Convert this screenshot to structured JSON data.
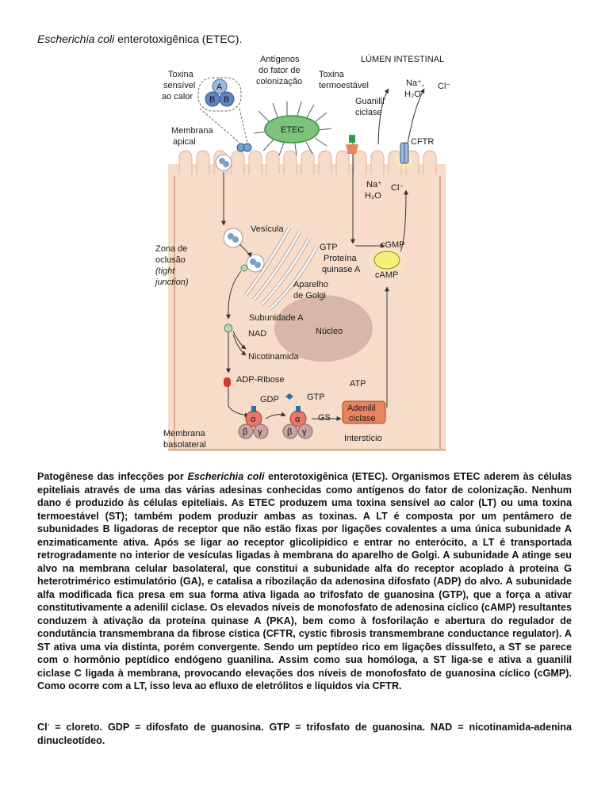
{
  "title": {
    "italic": "Escherichia coli",
    "rest": " enterotoxigênica (ETEC)."
  },
  "figure": {
    "labels": {
      "lumen": "LÚMEN INTESTINAL",
      "toxina_sensivel_1": "Toxina",
      "toxina_sensivel_2": "sensível",
      "toxina_sensivel_3": "ao calor",
      "antigenos_1": "Antígenos",
      "antigenos_2": "do fator de",
      "antigenos_3": "colonização",
      "toxina_termo_1": "Toxina",
      "toxina_termo_2": "termoestável",
      "guanilil_1": "Guanilil",
      "guanilil_2": "ciclase",
      "na_top": "Na⁺,",
      "h2o_top": "H₂O",
      "cl_top": "Cl⁻",
      "membrana_apical_1": "Membrana",
      "membrana_apical_2": "apical",
      "etec": "ETEC",
      "cftr": "CFTR",
      "na_low": "Na⁺",
      "h2o_low": "H₂O",
      "cl_low": "Cl⁻",
      "vesicula": "Vesícula",
      "zona_1": "Zona de",
      "zona_2": "oclusão",
      "zona_3": "(tight",
      "zona_4": "junction)",
      "gtp_top": "GTP",
      "cgmp": "cGMP",
      "pka_1": "Proteína",
      "pka_2": "quinase A",
      "camp": "cAMP",
      "golgi_1": "Aparelho",
      "golgi_2": "de Golgi",
      "subunidade_a": "Subunidade A",
      "nad": "NAD",
      "nucleo": "Núcleo",
      "nicotinamida": "Nicotinamida",
      "adp_ribose": "ADP-Ribose",
      "atp": "ATP",
      "gdp": "GDP",
      "gtp_bottom": "GTP",
      "gs": "GS",
      "adenilil_1": "Adenilil",
      "adenilil_2": "ciclase",
      "membrana_baso_1": "Membrana",
      "membrana_baso_2": "basolateral",
      "intersticio": "Interstício",
      "sub_a": "A",
      "sub_b1": "B",
      "sub_b2": "B",
      "alpha1": "α",
      "beta1": "β",
      "gamma1": "γ",
      "alpha2": "α",
      "beta2": "β",
      "gamma2": "γ"
    }
  },
  "caption": {
    "p1": "Patogênese das infecções por ",
    "p1_italic": "Escherichia coli",
    "p2": " enterotoxigênica (ETEC). Organismos ETEC aderem às células epiteliais através de uma das várias adesinas conhecidas como antígenos do fator de colonização. Nenhum dano é produzido às células epiteliais. As ETEC produzem uma toxina sensível ao calor (LT) ou uma toxina termoestável (ST); também podem produzir ambas as toxinas. A LT é composta por um pentâmero de subunidades B ligadoras de receptor que não estão fixas por ligações covalentes a uma única subunidade A enzimaticamente ativa. Após se ligar ao receptor glicolipídico e entrar no enterócito, a LT é transportada retrogradamente no interior de vesículas ligadas à membrana do aparelho de Golgi. A subunidade A atinge seu alvo na membrana celular basolateral, que constitui a subunidade alfa do receptor acoplado à proteína G heterotrimérico estimulatório (GA), e catalisa a ribozilação da adenosina difosfato (ADP) do alvo. A subunidade alfa modificada fica presa em sua forma ativa ligada ao trifosfato de guanosina (GTP), que a força a ativar constitutivamente a adenilil ciclase. Os elevados níveis de monofosfato de adenosina cíclico (cAMP) resultantes conduzem à ativação da proteína quinase A (PKA), bem como à fosforilação e abertura do regulador de condutância transmembrana da fibrose cística (CFTR, cystic fibrosis transmembrane conductance regulator). A ST ativa uma via distinta, porém convergente. Sendo um peptídeo rico em ligações dissulfeto, a ST se parece com o hormônio peptídico endógeno guanilina. Assim como sua homóloga, a ST liga-se e ativa a guanilil ciclase C ligada à membrana, provocando elevações dos níveis de monofosfato de guanosina cíclico (cGMP). Como ocorre com a LT, isso leva ao efluxo de eletrólitos e líquidos via CFTR."
  },
  "legend": {
    "cl": "Cl",
    "cl_sup": "-",
    "text": " = cloreto. GDP = difosfato de guanosina. GTP = trifosfato de guanosina. NAD = nicotinamida-adenina dinucleotídeo."
  },
  "colors": {
    "cell": "#f7dcc9",
    "cell_edge": "#e0a889",
    "nucleus": "#d9b7a8",
    "etec": "#7cc47c",
    "toxin_a": "#9fb9d9",
    "toxin_b": "#5d86c2",
    "pka": "#f4ef7a",
    "adenilil": "#e9845f",
    "gprotein": "#e8776a",
    "adp_ribose": "#d13c2b"
  }
}
